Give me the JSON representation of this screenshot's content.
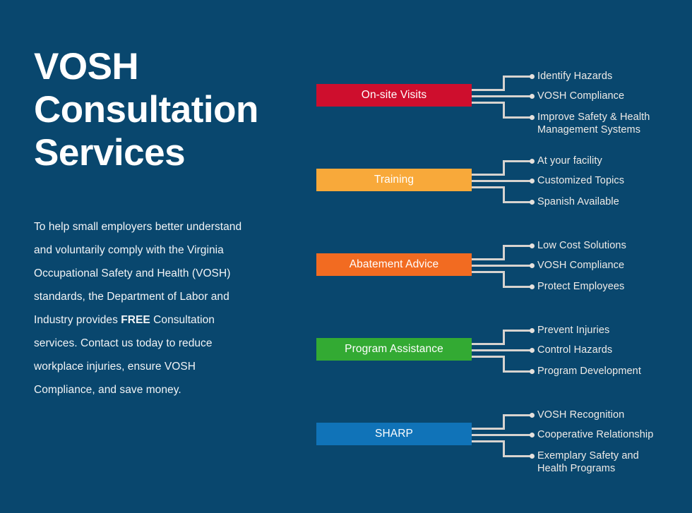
{
  "background_color": "#09476E",
  "title": "VOSH\nConsultation\nServices",
  "intro": {
    "before_free": "To help small employers better understand and voluntarily comply with the Virginia Occupational Safety and Health (VOSH) standards, the Department of Labor and Industry provides ",
    "free_word": "FREE",
    "after_free": " Consultation services. Contact us today to reduce workplace injuries, ensure VOSH Compliance, and save money."
  },
  "services": [
    {
      "label": "On-site Visits",
      "color": "#CE0E2D",
      "branches": [
        "Identify Hazards",
        "VOSH Compliance",
        "Improve Safety & Health\nManagement Systems"
      ]
    },
    {
      "label": "Training",
      "color": "#F8A93A",
      "branches": [
        "At your facility",
        "Customized Topics",
        "Spanish Available"
      ]
    },
    {
      "label": "Abatement Advice",
      "color": "#F26B21",
      "branches": [
        "Low Cost Solutions",
        "VOSH Compliance",
        "Protect Employees"
      ]
    },
    {
      "label": "Program Assistance",
      "color": "#33AA33",
      "branches": [
        "Prevent Injuries",
        "Control Hazards",
        "Program Development"
      ]
    },
    {
      "label": "SHARP",
      "color": "#1073B8",
      "branches": [
        "VOSH Recognition",
        "Cooperative Relationship",
        "Exemplary Safety and\nHealth Programs"
      ]
    }
  ]
}
